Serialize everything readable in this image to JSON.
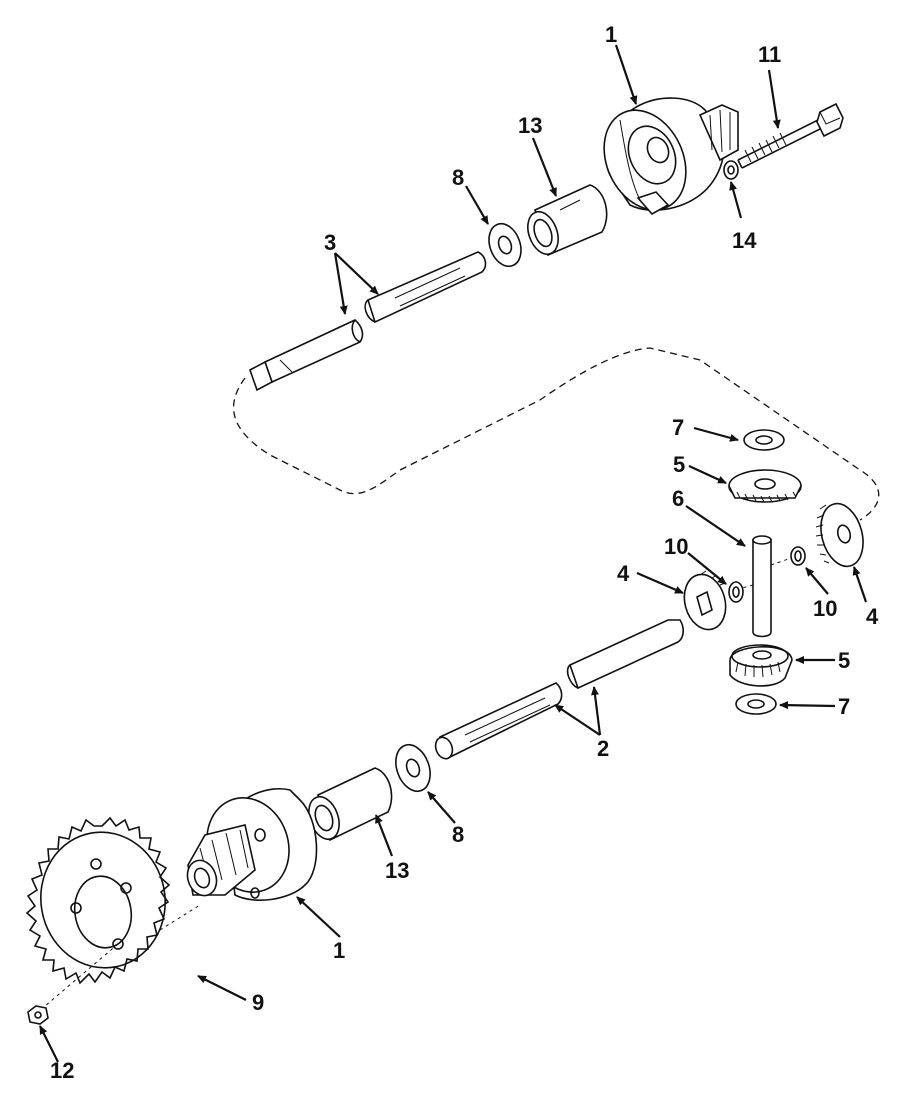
{
  "callouts": {
    "housing_top": "1",
    "housing_bottom": "1",
    "axle_right": "2",
    "axle_left": "3",
    "bevel_gear_right": "4",
    "bevel_gear_left": "4",
    "pinion_gear_top": "5",
    "pinion_gear_bottom": "5",
    "cross_shaft": "6",
    "washer_7_top": "7",
    "washer_7_bottom": "7",
    "thrust_washer_top": "8",
    "thrust_washer_bottom": "8",
    "sprocket": "9",
    "snap_ring_left": "10",
    "snap_ring_right": "10",
    "bolt": "11",
    "nut": "12",
    "bearing_top": "13",
    "bearing_bottom": "13",
    "lock_washer": "14"
  },
  "colors": {
    "ink": "#111111",
    "paper": "#ffffff"
  }
}
